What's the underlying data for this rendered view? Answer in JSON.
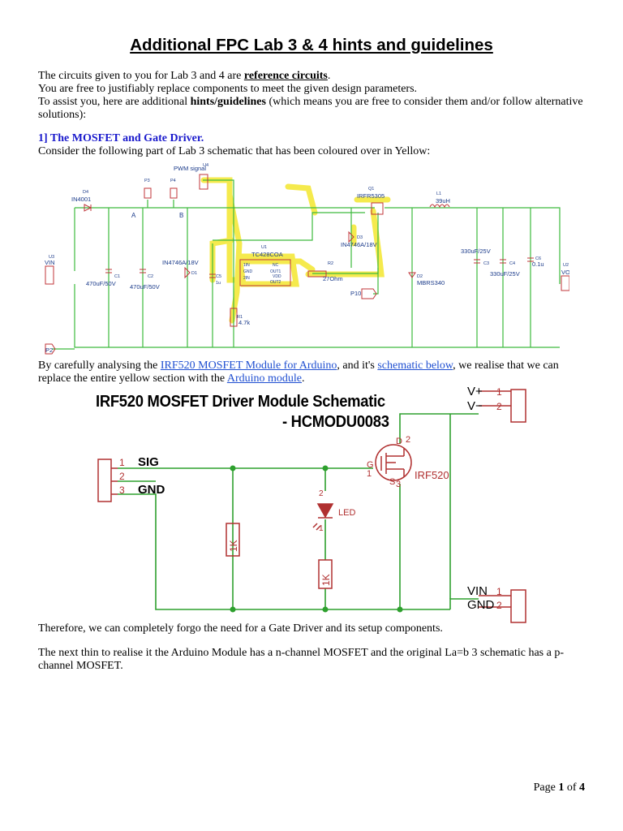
{
  "title": "Additional FPC Lab 3 & 4 hints and guidelines",
  "intro": {
    "l1_pre": "The circuits given to you for Lab 3 and 4 are ",
    "l1_bold": "reference circuits",
    "l1_post": ".",
    "l2": "You are free to justifiably replace components to meet the given design parameters.",
    "l3_pre": "To assist you, here are additional ",
    "l3_bold": "hints/guidelines",
    "l3_post": " (which means you are free to consider them and/or follow alternative solutions):"
  },
  "section1": {
    "heading": "1] The MOSFET and Gate Driver.",
    "text": "Consider the following part of Lab 3 schematic that has been coloured over in Yellow:"
  },
  "lab3_schematic": {
    "labels": {
      "pwm": "PWM signal",
      "u4": "U4",
      "p3": "P3",
      "p4": "P4",
      "d4": "D4",
      "in4001": "IN4001",
      "a": "A",
      "b": "B",
      "q1": "Q1",
      "irfr5305": "IRFR5305",
      "l1": "L1",
      "l_val": "39uH",
      "d3": "D3",
      "d3_val": "IN4746A/18V",
      "u1": "U1",
      "u1_val": "TC428COA",
      "in4746": "IN4746A/18V",
      "d1": "D1",
      "vin": "VIN",
      "u3": "U3",
      "c1": "C1",
      "c1_val": "470uF/50V",
      "c2": "C2",
      "c2_val": "470uF/50V",
      "c5": "C5",
      "c5_val": "1u",
      "r2": "R2",
      "r2_val": "27Ohm",
      "d2": "D2",
      "d2_val": "MBRS340",
      "c3_val": "330uF/25V",
      "c3": "C3",
      "c4": "C4",
      "c4_val": "330uF/25V",
      "c6": "C6",
      "c6_val": "0.1u",
      "u2": "U2",
      "vout": "VOUT",
      "p10": "P10",
      "r1": "R1",
      "r1_val": "4.7k",
      "p2": "P2"
    }
  },
  "para_analysis": {
    "t1": "By carefully analysing the ",
    "link1": "IRF520 MOSFET Module for Arduino",
    "t2": ", and it's ",
    "link2": "schematic below",
    "t3": ", we realise that we can replace the entire yellow section with the ",
    "link3": "Arduino module",
    "t4": "."
  },
  "irf520_schematic": {
    "title": "IRF520 MOSFET Driver Module Schematic",
    "subtitle": "- HCMODU0083",
    "vplus": "V+",
    "vminus": "V−",
    "pin1": "1",
    "pin2": "2",
    "pin3": "3",
    "sig": "SIG",
    "gnd": "GND",
    "g": "G",
    "s": "S",
    "d": "D",
    "mosfet": "IRF520",
    "led": "LED",
    "r_val": "1K",
    "vin": "VIN",
    "gnd2": "GND"
  },
  "para_forgo": "Therefore, we can completely forgo the need for a Gate Driver and its setup components.",
  "para_next": "The next thin to realise it the Arduino Module has a n-channel MOSFET and the original La=b 3 schematic has a p-channel MOSFET.",
  "footer": {
    "page": "Page ",
    "current": "1",
    "of": " of ",
    "total": "4"
  }
}
